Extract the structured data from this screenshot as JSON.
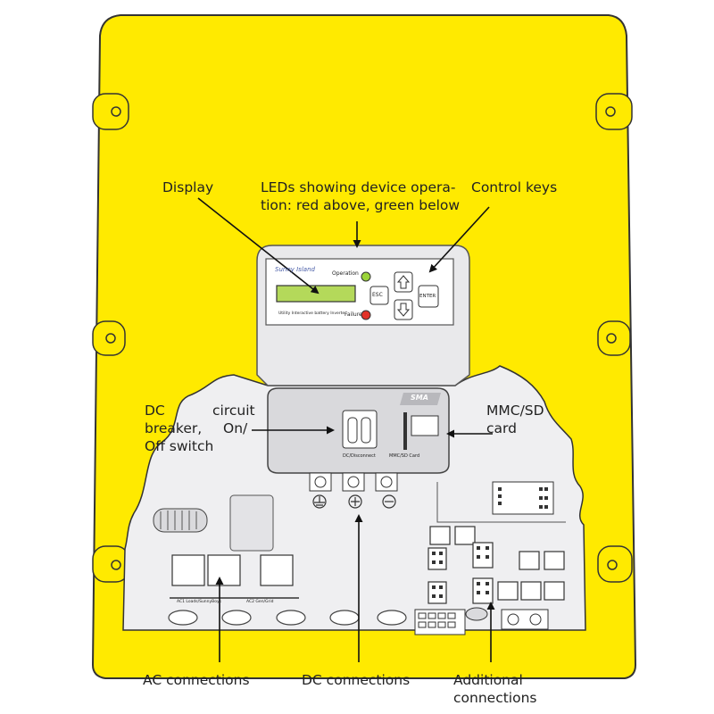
{
  "labels": {
    "display": "Display",
    "leds_line1": "LEDs showing device opera-",
    "leds_line2": "tion: red above, green below",
    "control_keys": "Control keys",
    "dc_line1": "DC",
    "dc_line2": "breaker,",
    "dc_line3": "Off switch",
    "dc_circuit": "circuit",
    "dc_on": "On/",
    "mmc_line1": "MMC/SD",
    "mmc_line2": "card",
    "ac_connections": "AC connections",
    "dc_connections": "DC connections",
    "additional_line1": "Additional",
    "additional_line2": "connections"
  },
  "panel": {
    "brand": "Sunny Island",
    "operation_led_label": "Operation",
    "failure_led_label": "Failure",
    "esc_key": "ESC",
    "enter_key": "ENTER",
    "subtitle": "Utility Interactive battery Inverter",
    "sma_logo": "SMA",
    "dc_disconnect_label": "DC/Disconnect",
    "mmc_slot_label": "MMC/SD Card",
    "ac1_label": "AC1 Loads/SunnyBoys",
    "ac2_label": "AC2 Gen/Grid"
  },
  "colors": {
    "housing_yellow": "#FFEA00",
    "panel_grey": "#E9E9EB",
    "led_green": "#9BD43A",
    "led_red": "#E23228",
    "display_green": "#B4D95A"
  }
}
